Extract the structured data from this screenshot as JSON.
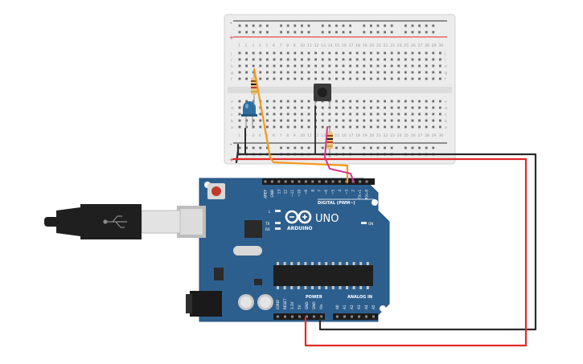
{
  "breadboard": {
    "rail_plus": "+",
    "rail_minus": "-",
    "row_letters_top": [
      "j",
      "i",
      "h",
      "g",
      "f"
    ],
    "row_letters_bottom": [
      "e",
      "d",
      "c",
      "b",
      "a"
    ],
    "column_count": 30
  },
  "arduino": {
    "brand": "ARDUINO",
    "model": "UNO",
    "digital_header": "DIGITAL (PWM~)",
    "digital_pins": [
      "AREF",
      "GND",
      "13",
      "12",
      "~11",
      "~10",
      "~9",
      "8",
      "7",
      "~6",
      "~5",
      "4",
      "~3",
      "2",
      "TX→1",
      "RX←0"
    ],
    "power_header": "POWER",
    "analog_header": "ANALOG IN",
    "power_pins": [
      "IOREF",
      "RESET",
      "3.3V",
      "5V",
      "GND",
      "GND",
      "Vin"
    ],
    "analog_pins": [
      "A0",
      "A1",
      "A2",
      "A3",
      "A4",
      "A5"
    ],
    "led_labels": [
      "L",
      "TX",
      "RX"
    ],
    "on_label": "ON"
  },
  "colors": {
    "board_blue": "#2d5f8e",
    "wire_red": "#e0292a",
    "wire_black": "#2b2b2b",
    "wire_orange": "#f39a1f",
    "wire_magenta": "#d4388f",
    "led_blue": "#2c6ea0"
  }
}
